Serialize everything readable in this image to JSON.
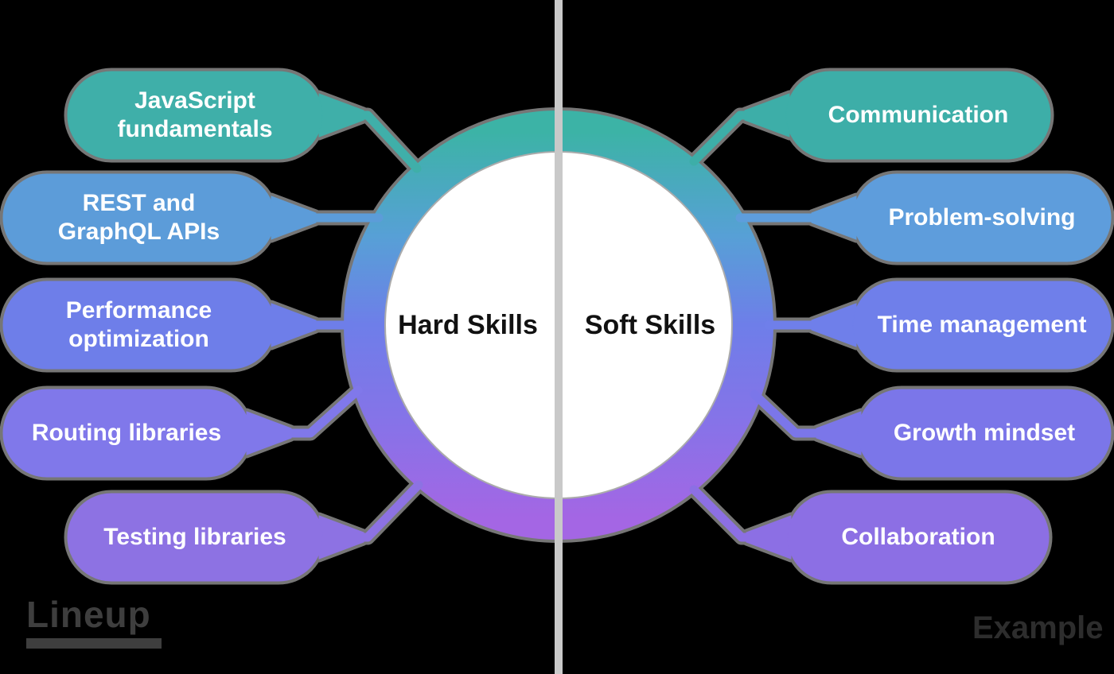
{
  "diagram": {
    "type": "mindmap-venn",
    "divider_color": "#C9C9C9",
    "center": {
      "left_label": "Hard Skills",
      "right_label": "Soft Skills",
      "circle_color": "#FFFFFF"
    },
    "ring_gradient": {
      "top": "#3CB3A6",
      "upper": "#57A0D6",
      "middle": "#6E7EE9",
      "lower": "#8673E8",
      "bottom": "#A466E4"
    },
    "hard_skills": [
      {
        "label": "JavaScript fundamentals",
        "color": "#3FAFA9"
      },
      {
        "label": "REST and GraphQL APIs",
        "color": "#5C9CD9"
      },
      {
        "label": "Performance optimization",
        "color": "#6E7EE9"
      },
      {
        "label": "Routing libraries",
        "color": "#8078EA"
      },
      {
        "label": "Testing libraries",
        "color": "#8D72E3"
      }
    ],
    "soft_skills": [
      {
        "label": "Communication",
        "color": "#3DAEA8"
      },
      {
        "label": "Problem-solving",
        "color": "#5E9DDC"
      },
      {
        "label": "Time management",
        "color": "#6F7FEA"
      },
      {
        "label": "Growth mindset",
        "color": "#7B76E9"
      },
      {
        "label": "Collaboration",
        "color": "#8C6FE4"
      }
    ],
    "watermarks": {
      "left": "Lineup",
      "right": "Example"
    }
  }
}
